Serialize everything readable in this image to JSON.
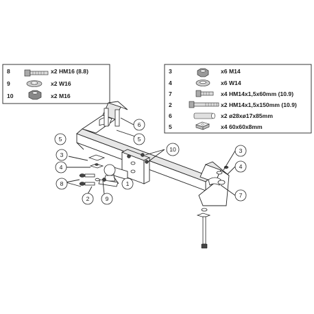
{
  "legend_left": {
    "rows": [
      {
        "num": "8",
        "icon": "hex-bolt-icon",
        "text": "x2 HM16 (8.8)"
      },
      {
        "num": "9",
        "icon": "spring-washer-icon",
        "text": "x2 W16"
      },
      {
        "num": "10",
        "icon": "hex-nut-icon",
        "text": "x2 M16"
      }
    ]
  },
  "legend_right": {
    "rows": [
      {
        "num": "3",
        "icon": "hex-nut-icon",
        "text": "x6 M14"
      },
      {
        "num": "4",
        "icon": "spring-washer-icon",
        "text": "x6 W14"
      },
      {
        "num": "7",
        "icon": "hex-bolt-icon",
        "text": "x4 HM14x1,5x60mm (10.9)"
      },
      {
        "num": "2",
        "icon": "long-bolt-icon",
        "text": "x2 HM14x1,5x150mm (10.9)"
      },
      {
        "num": "6",
        "icon": "spacer-tube-icon",
        "text": "x2 ø28xø17x85mm"
      },
      {
        "num": "5",
        "icon": "square-plate-icon",
        "text": "x4 60x60x8mm"
      }
    ]
  },
  "callouts": {
    "c1": "1",
    "c2": "2",
    "c3a": "3",
    "c3b": "3",
    "c4a": "4",
    "c4b": "4",
    "c5a": "5",
    "c5b": "5",
    "c6": "6",
    "c7": "7",
    "c8": "8",
    "c9": "9",
    "c10": "10"
  }
}
